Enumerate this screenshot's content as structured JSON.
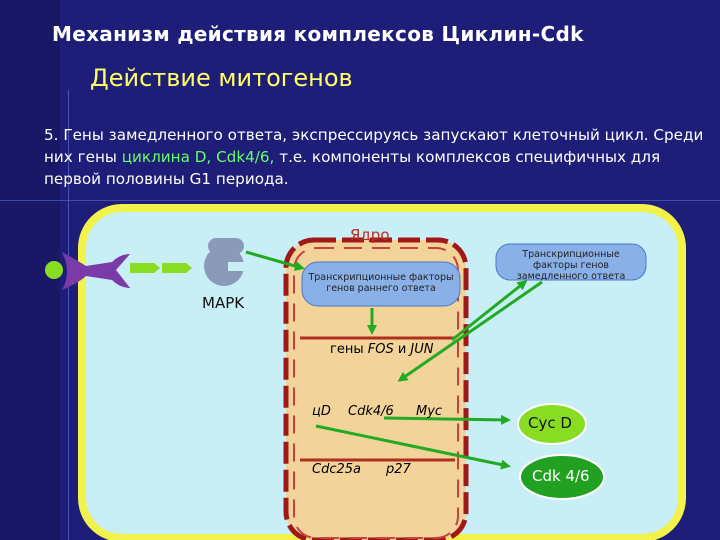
{
  "title": "Механизм действия комплексов Циклин-Cdk",
  "subtitle": "Действие митогенов",
  "paragraph": {
    "part1": "5. Гены замедленного ответа, экспрессируясь запускают клеточный цикл. Среди них гены ",
    "highlight": "циклина D, Cdk4/6,",
    "part2": " т.е. компоненты комплексов специфичных для первой половины G1 периода."
  },
  "diagram": {
    "nucleus_label": "Ядро",
    "mapk_label": "MAPK",
    "early_tf_label": "Транскрипционные факторы генов раннего ответа",
    "late_tf_label": "Транскрипционные факторы генов замедленного ответа",
    "fos_jun_prefix": "гены ",
    "fos_label": "FOS",
    "and_label": " и ",
    "jun_label": "JUN",
    "genes": {
      "cd": "цD",
      "cdk46": "Cdk4/6",
      "myc": "Myc",
      "cdc25a": "Cdc25a",
      "p27": "p27"
    },
    "cyc_d": "Cyc D",
    "cdk_4_6": "Cdk 4/6",
    "colors": {
      "cell_fill": "#c8eef6",
      "cell_border": "#f2f24a",
      "nucleus_fill": "#f2d49a",
      "nucleus_border": "#b02020",
      "arrow": "#22aa22",
      "green_oval": "#22a022",
      "receptor": "#7a3aa8",
      "mapk": "#8a9ab8",
      "tf_box": "#8ab0e8"
    }
  }
}
